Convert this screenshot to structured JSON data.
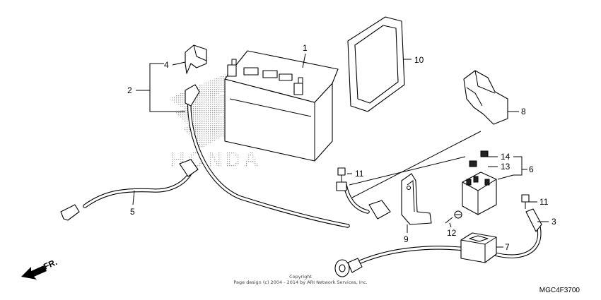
{
  "callouts": {
    "c1": "1",
    "c2": "2",
    "c3": "3",
    "c4": "4",
    "c5": "5",
    "c6": "6",
    "c7": "7",
    "c8": "8",
    "c9": "9",
    "c10": "10",
    "c11a": "11",
    "c11b": "11",
    "c12": "12",
    "c13": "13",
    "c14": "14"
  },
  "direction_label": "FR.",
  "copyright_line1": "Copyright",
  "copyright_line2": "Page design (c) 2004 - 2014 by ARI Network Services, Inc.",
  "diagram_code": "MGC4F3700",
  "watermark_icon": "honda-wing-logo-icon"
}
